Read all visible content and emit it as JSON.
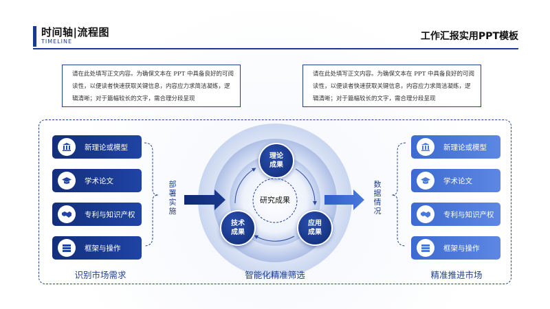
{
  "header": {
    "title": "时间轴|流程图",
    "subtitle": "TIMELINE",
    "right_title": "工作汇报实用PPT模板"
  },
  "textboxes": {
    "left": "请在此处填写正文内容。为确保文本在 PPT 中具备良好的可阅读性，以便读者快速获取关键信息，内容应力求简洁凝练，逻辑清晰；对于篇幅较长的文字，需合理分段呈现",
    "right": "请在此处填写正文内容。为确保文本在 PPT 中具备良好的可阅读性，以便读者快速获取关键信息，内容应力求简洁凝练，逻辑清晰；对于篇幅较长的文字，需合理分段呈现"
  },
  "left_items": [
    {
      "label": "新理论或模型",
      "icon": "bank-icon"
    },
    {
      "label": "学术论文",
      "icon": "graduation-cap-icon"
    },
    {
      "label": "专利与知识产权",
      "icon": "handshake-icon"
    },
    {
      "label": "框架与操作",
      "icon": "stack-icon"
    }
  ],
  "right_items": [
    {
      "label": "新理论或模型",
      "icon": "bank-icon"
    },
    {
      "label": "学术论文",
      "icon": "graduation-cap-icon"
    },
    {
      "label": "专利与知识产权",
      "icon": "handshake-icon"
    },
    {
      "label": "框架与操作",
      "icon": "stack-icon"
    }
  ],
  "left_vertical": "部署实施",
  "right_vertical": "数据情况",
  "bottom_labels": {
    "left": "识别市场需求",
    "center": "智能化精准筛选",
    "right": "精准推进市场"
  },
  "cycle": {
    "center": "研究成果",
    "nodes": [
      "理论成果",
      "应用成果",
      "技术成果"
    ]
  },
  "colors": {
    "primary": "#1a3a8f",
    "dark_item": "#132e7a",
    "light_item": "#4a78db",
    "circle_outer": "#e6ecf7",
    "circle_inner": "#b8c8ea"
  }
}
